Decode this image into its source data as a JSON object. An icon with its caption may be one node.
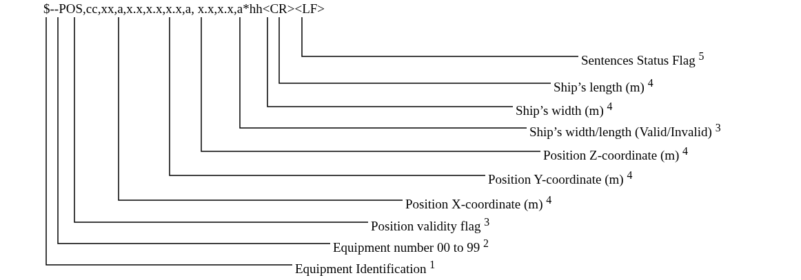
{
  "diagram": {
    "nodes": [
      {
        "text": [
          "$--POS,cc,xx,a,x.x,x.x,x.x,a, x.x,x.x,a*hh<CR><LF>"
        ]
      },
      {
        "text": [
          "Sentences Status Flag $^{5}$"
        ]
      },
      {
        "text": [
          "Ship’s length (m) $^{4}$"
        ]
      },
      {
        "text": [
          "Ship’s width (m) $^{4}$"
        ]
      },
      {
        "text": [
          "Ship’s width/length (Valid/Invalid) $^{3}$"
        ]
      },
      {
        "text": [
          "Position Z-coordinate (m) $^{4}$"
        ]
      },
      {
        "text": [
          "Position Y-coordinate (m) $^{4}$"
        ]
      },
      {
        "text": [
          "Position X-coordinate (m) $^{4}$"
        ]
      },
      {
        "text": [
          "Position validity flag $^{3}$"
        ]
      },
      {
        "text": [
          "Equipment number 00 to 99 $^{2}$"
        ]
      },
      {
        "text": [
          "Equipment Identification $^{1}$"
        ]
      }
    ],
    "edges": [
      {
        "from": 1,
        "to": 0,
        "arrow": "none"
      },
      {
        "from": 2,
        "to": 0,
        "arrow": "none"
      },
      {
        "from": 3,
        "to": 0,
        "arrow": "none"
      },
      {
        "from": 4,
        "to": 0,
        "arrow": "none"
      },
      {
        "from": 5,
        "to": 0,
        "arrow": "none"
      },
      {
        "from": 6,
        "to": 0,
        "arrow": "none"
      },
      {
        "from": 7,
        "to": 0,
        "arrow": "none"
      },
      {
        "from": 8,
        "to": 0,
        "arrow": "none"
      },
      {
        "from": 9,
        "to": 0,
        "arrow": "none"
      },
      {
        "from": 10,
        "to": 0,
        "arrow": "none"
      }
    ]
  }
}
